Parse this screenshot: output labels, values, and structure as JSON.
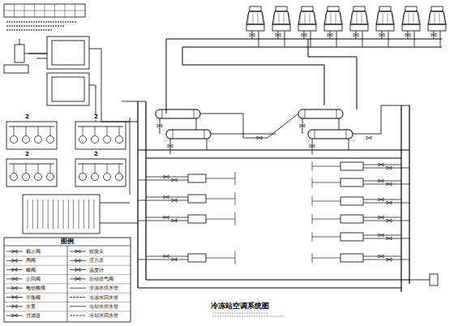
{
  "diagram": {
    "title": "冷冻站空调系统图",
    "labels": [
      "2",
      "2",
      "2",
      "2"
    ],
    "legend": [
      {
        "text": "截止阀"
      },
      {
        "text": "闸阀"
      },
      {
        "text": "蝶阀"
      },
      {
        "text": "止回阀"
      },
      {
        "text": "电动蝶阀"
      },
      {
        "text": "平衡阀"
      },
      {
        "text": "水泵"
      },
      {
        "text": "过滤器"
      },
      {
        "text": "软接头"
      },
      {
        "text": "压力表"
      },
      {
        "text": "温度计"
      },
      {
        "text": "自动排气阀"
      },
      {
        "text": "冷冻水供水管"
      },
      {
        "text": "冷冻水回水管"
      },
      {
        "text": "冷却水供水管"
      },
      {
        "text": "冷却水回水管"
      },
      {
        "text": "图例"
      }
    ]
  }
}
